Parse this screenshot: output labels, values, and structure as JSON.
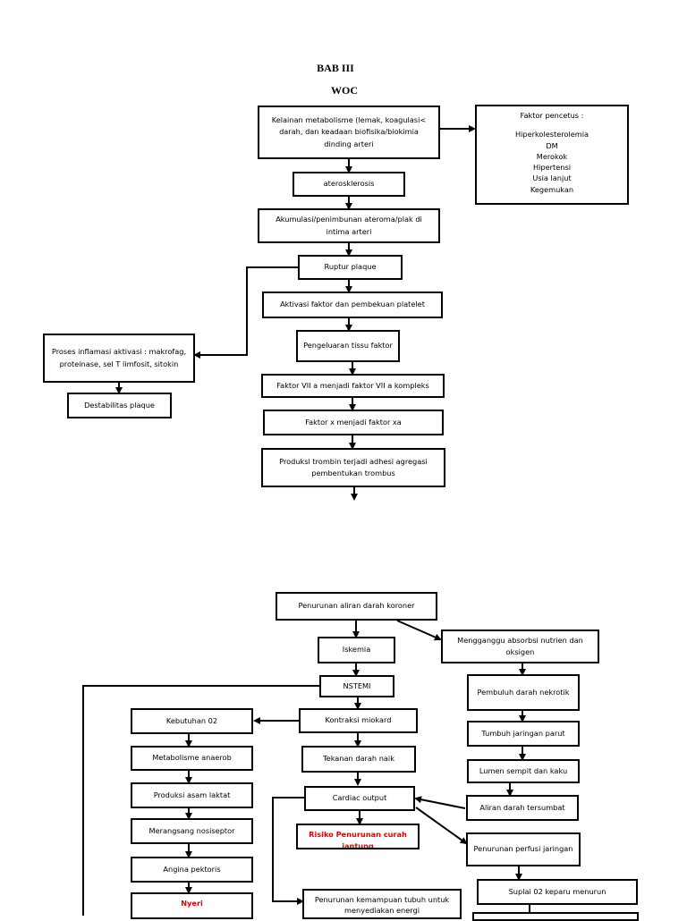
{
  "header": {
    "bab": "BAB III",
    "woc": "WOC"
  },
  "upper": {
    "kelainan": "Kelainan metabolisme (lemak, koagulasi< darah, dan keadaan biofisika/biokimia dinding arteri",
    "faktor_pencetus": {
      "title": "Faktor pencetus :",
      "items": [
        "Hiperkolesterolemia",
        "DM",
        "Merokok",
        "Hipertensi",
        "Usia lanjut",
        "Kegemukan"
      ]
    },
    "aterosklerosis": "aterosklerosis",
    "akumulasi": "Akumulasi/penimbunan ateroma/plak di intima arteri",
    "ruptur": "Ruptur plaque",
    "aktivasi": "Aktivasi faktor dan pembekuan platelet",
    "inflamasi": "Proses inflamasi aktivasi : makrofag, proteinase, sel T limfosit, sitokin",
    "destabilitas": "Destabilitas plaque",
    "pengeluaran": "Pengeluaran tissu faktor",
    "faktor7": "Faktor VII a menjadi faktor VII a kompleks",
    "faktorx": "Faktor x menjadi faktor xa",
    "trombin": "Produksi trombin terjadi adhesi agregasi pembentukan trombus"
  },
  "lower": {
    "penurunan_aliran": "Penurunan aliran darah koroner",
    "iskemia": "Iskemia",
    "mengganggu": "Mengganggu absorbsi nutrien dan oksigen",
    "nstemi": "NSTEMI",
    "pembuluh": "Pembuluh darah nekrotik",
    "kebutuhan": "Kebutuhan 02",
    "kontraksi": "Kontraksi miokard",
    "tumbuh": "Tumbuh jaringan parut",
    "metabolisme": "Metabolisme anaerob",
    "tekanan": "Tekanan darah naik",
    "lumen": "Lumen sempit dan kaku",
    "asam_laktat": "Produksi asam laktat",
    "cardiac": "Cardiac output",
    "aliran_tersumbat": "Aliran darah tersumbat",
    "nosiseptor": "Merangsang nosiseptor",
    "risiko": "Risiko Penurunan curah jantung",
    "perfusi": "Penurunan perfusi jaringan",
    "angina": "Angina pektoris",
    "suplai": "Suplai 02 keparu menurun",
    "nyeri": "Nyeri",
    "kemampuan": "Penurunan kemampuan tubuh untuk menyediakan energi"
  },
  "colors": {
    "line": "#000000",
    "diagnosis": "#e00000"
  }
}
